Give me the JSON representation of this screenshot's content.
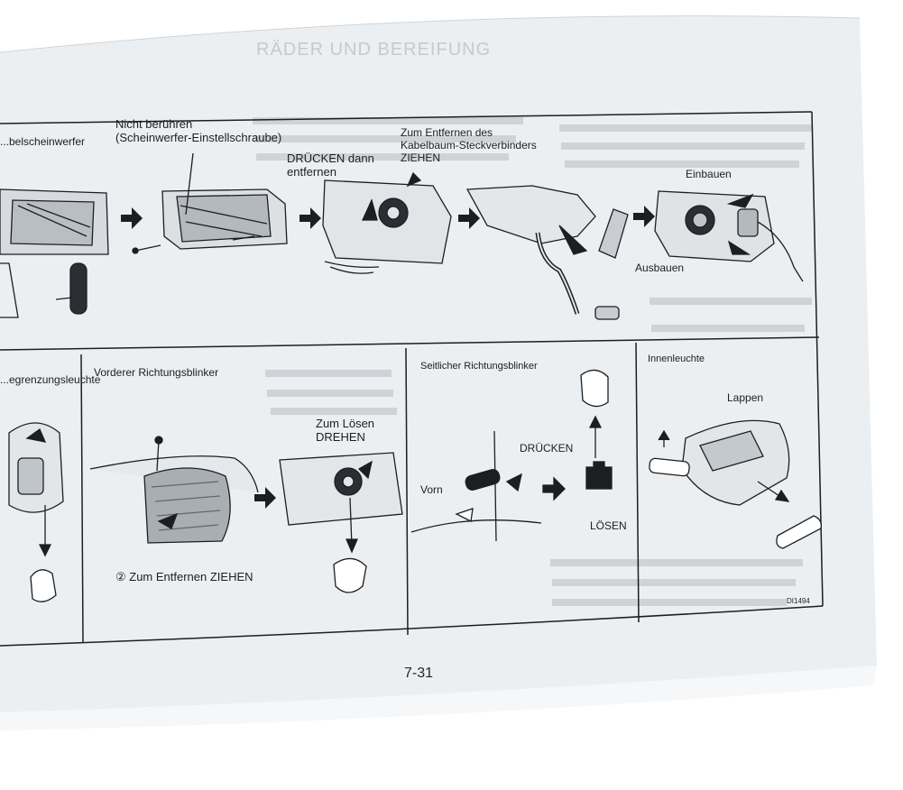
{
  "page": {
    "header_ghost": "RÄDER UND BEREIFUNG",
    "page_number": "7-31",
    "figure_code": "DI1494",
    "paper_color": "#eceff1",
    "ink_color": "#1c1e22"
  },
  "top_panel": {
    "section_title": "...belscheinwerfer",
    "no_touch_label": "Nicht berühren\n(Scheinwerfer-Einstellschraube)",
    "press_remove_label": "DRÜCKEN dann\nentfernen",
    "connector_label": "Zum Entfernen des\nKabelbaum-Steckverbinders\nZIEHEN",
    "install_label": "Einbauen",
    "remove_label": "Ausbauen"
  },
  "bottom_panels": {
    "side_marker_title": "...egrenzungsleuchte",
    "front_indicator_title": "Vorderer Richtungsblinker",
    "pull_to_remove_label": "② Zum Entfernen ZIEHEN",
    "turn_to_release_label": "Zum Lösen\nDREHEN",
    "side_indicator_title": "Seitlicher Richtungsblinker",
    "press_label": "DRÜCKEN",
    "front_label": "Vorn",
    "release_label": "LÖSEN",
    "interior_light_title": "Innenleuchte",
    "tab_label": "Lappen"
  }
}
